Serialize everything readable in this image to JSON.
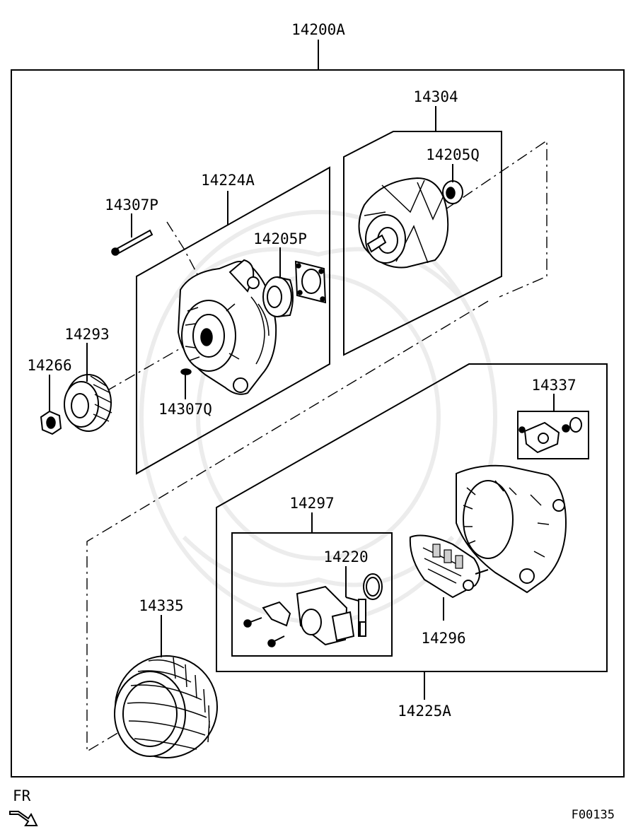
{
  "labels": {
    "assembly": "14200A",
    "front_bracket": "14224A",
    "rotor": "14304",
    "rear_bearing": "14205Q",
    "front_bearing": "14205P",
    "through_bolt": "14307P",
    "screw": "14307Q",
    "pulley": "14293",
    "nut": "14266",
    "terminal_set": "14337",
    "brush_holder_kit": "14297",
    "brush": "14220",
    "rectifier": "14296",
    "stator": "14335",
    "rear_bracket": "14225A"
  },
  "direction_marker": "FR",
  "figure_code": "F00135"
}
